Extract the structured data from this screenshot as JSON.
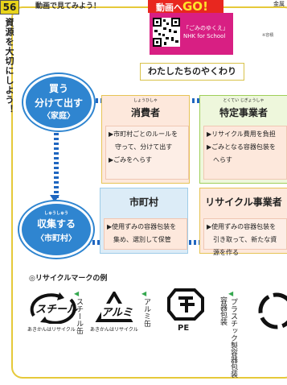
{
  "page_number": "56",
  "top_cut_text": "動画で見てみよう！",
  "sidebar_title": "資源を大切にしよう！",
  "sidebar_ruby": "しげん",
  "banner": {
    "text": "動画へ",
    "go": "GO!"
  },
  "qr_panel": {
    "line1": "「ごみのゆくえ」",
    "line2": "NHK for School"
  },
  "side_cut": {
    "top": "金属",
    "note": "※容積"
  },
  "roles_title": "わたしたちのやくわり",
  "circle_top": {
    "line1": "買う",
    "line2": "分けて出す",
    "line3": "〈家庭〉"
  },
  "circle_bottom": {
    "ruby": "しゅうしゅう",
    "line1": "収集する",
    "line2": "〈市町村〉"
  },
  "cards": [
    {
      "ruby": "しょうひしゃ",
      "title": "消費者",
      "items": [
        "▶市町村ごとのルールを",
        "　守って、分けて出す",
        "▶ごみをへらす"
      ]
    },
    {
      "ruby": "とくてい じぎょうしゃ",
      "title": "特定事業者",
      "items": [
        "▶リサイクル費用を負担",
        "▶ごみとなる容器包装を",
        "　へらす"
      ]
    },
    {
      "ruby": "",
      "title": "市町村",
      "items": [
        "▶使用ずみの容器包装を",
        "　集め、選別して保管"
      ]
    },
    {
      "ruby": "",
      "title": "リサイクル事業者",
      "items": [
        "▶使用ずみの容器包装を",
        "　引き取って、新たな資",
        "　源を作る"
      ]
    }
  ],
  "examples_title": "◎リサイクルマークの例",
  "marks": [
    {
      "icon": "steel-can-mark-icon",
      "mark_text": "スチール",
      "sub_text": "あきかんはリサイクル",
      "caption": "スチール缶"
    },
    {
      "icon": "aluminum-can-mark-icon",
      "mark_text": "アルミ",
      "sub_text": "あきかんはリサイクル",
      "caption": "アルミ缶"
    },
    {
      "icon": "pet-bottle-mark-icon",
      "mark_text": "PE",
      "sub_text": "",
      "caption": ""
    },
    {
      "icon": "plastic-packaging-mark-icon",
      "mark_text": "",
      "sub_text": "",
      "caption": "プラスチック製容器包装"
    }
  ],
  "colors": {
    "accent_blue": "#2f85d0",
    "border_yellow": "#e6c93a",
    "banner_red": "#e8271f",
    "qr_pink": "#d81f83"
  }
}
